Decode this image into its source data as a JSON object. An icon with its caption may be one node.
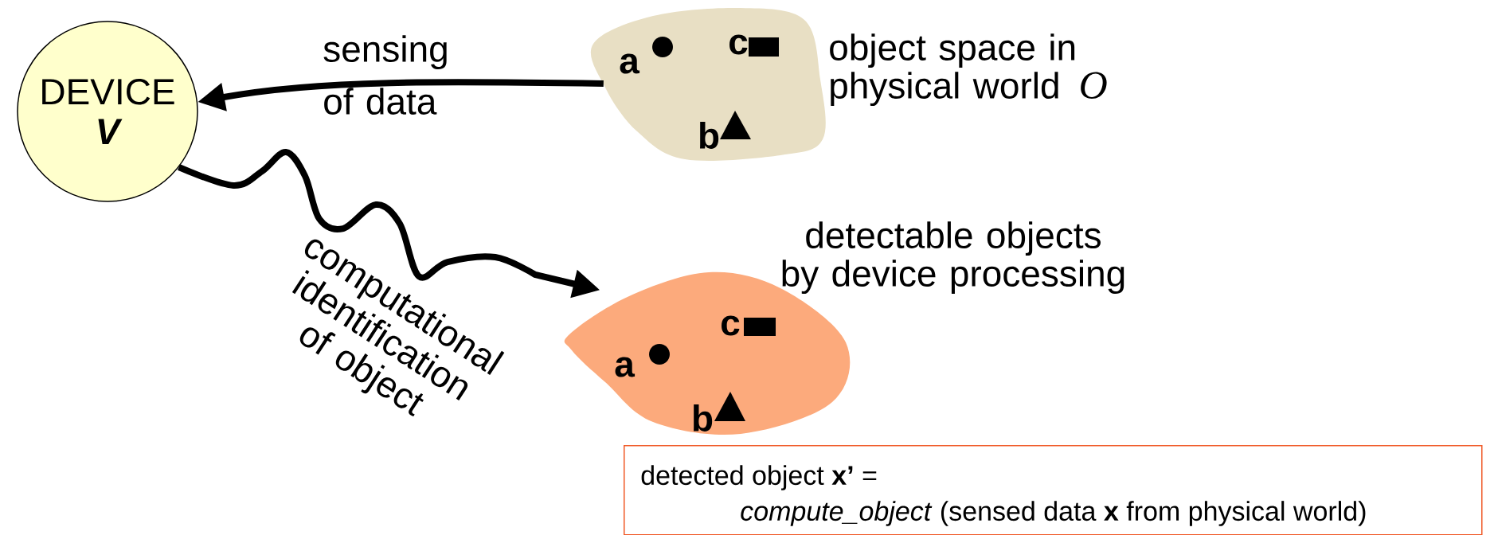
{
  "diagram": {
    "nodes": [
      {
        "text": [
          "DEVICE",
          "V"
        ]
      },
      {
        "text": [
          "a",
          "c",
          "b"
        ],
        "beside": [
          "object space in physical world",
          "O"
        ]
      },
      {
        "text": [
          "a",
          "c",
          "b"
        ],
        "beside": [
          "detectable objects by device processing"
        ]
      },
      {
        "text": [
          "detected object **x’** =",
          "*compute_object* (sensed data **x** from physical world)"
        ]
      }
    ],
    "edges": [
      {
        "from": 1,
        "to": 0,
        "arrow": "to",
        "label": "sensing of data"
      },
      {
        "from": 0,
        "to": 2,
        "arrow": "to",
        "label": "computational identification of object"
      }
    ]
  }
}
